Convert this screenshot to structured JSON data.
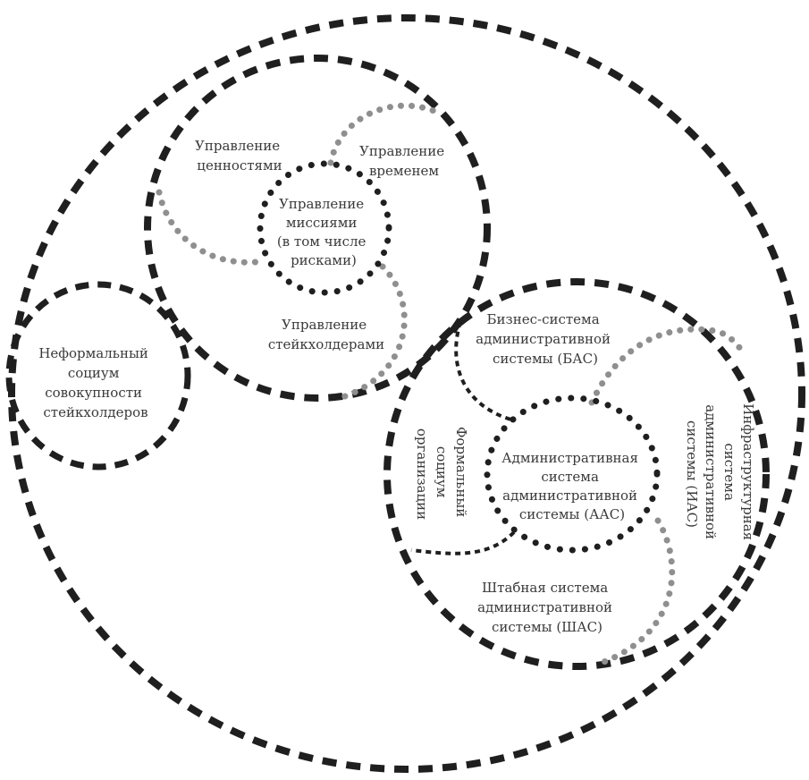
{
  "labels": {
    "values_mgmt": [
      "Управление",
      "ценностями"
    ],
    "time_mgmt": [
      "Управление",
      "временем"
    ],
    "mission_mgmt": [
      "Управление",
      "миссиями",
      "(в том числе",
      "рисками)"
    ],
    "stakeholder_mgmt": [
      "Управление",
      "стейкхолдерами"
    ],
    "informal_society": [
      "Неформальный",
      "социум",
      "совокупности",
      "стейкхолдеров"
    ],
    "business_system": [
      "Бизнес-система",
      "административной",
      "системы (БАС)"
    ],
    "admin_system": [
      "Административная",
      "система",
      "административной",
      "системы (ААС)"
    ],
    "formal_society": [
      "Формальный",
      "социум",
      "организации"
    ],
    "infrastructure_system": [
      "Инфраструктурная",
      "система",
      "административной",
      "системы (ИАС)"
    ],
    "staff_system": [
      "Штабная система",
      "административной",
      "системы (ШАС)"
    ]
  },
  "colors": {
    "outline": "#1f1f1f",
    "grey_dots": "#8f8f8f",
    "text": "#3a3a3a"
  }
}
